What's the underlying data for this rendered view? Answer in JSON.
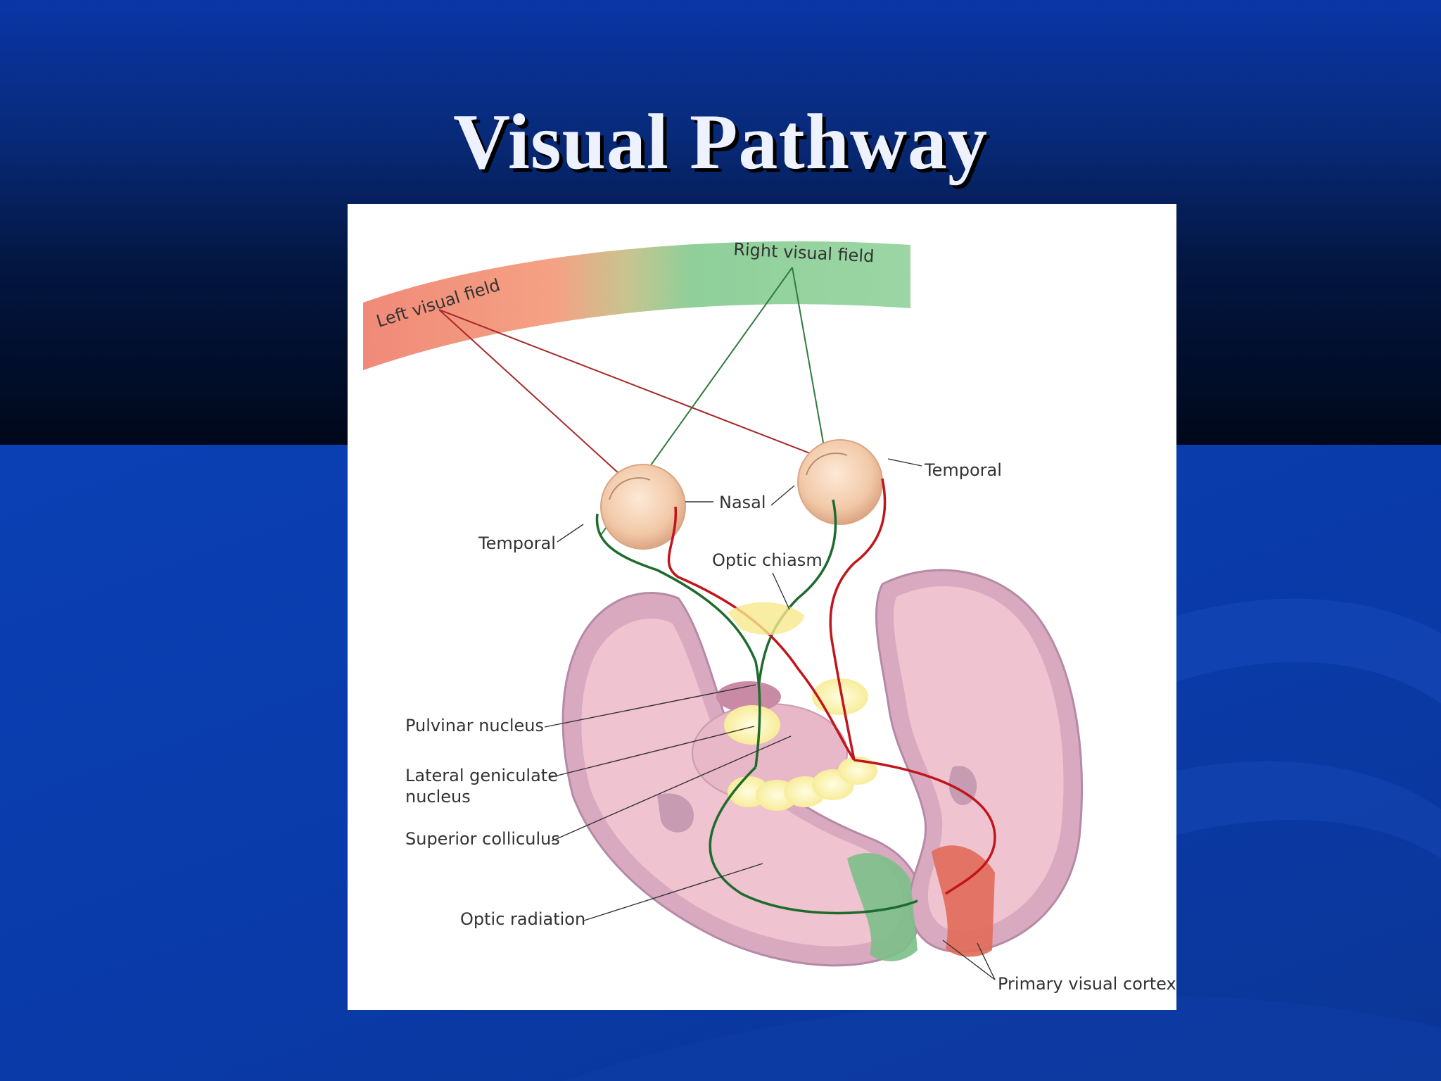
{
  "slide": {
    "title": "Visual Pathway",
    "colors": {
      "background_blue": "#0a3aa0",
      "band_dark": "#00081a",
      "title_text": "#eef2ff"
    }
  },
  "diagram": {
    "fields": {
      "left": "Left visual field",
      "right": "Right visual field"
    },
    "labels": {
      "temporal_right": "Temporal",
      "nasal": "Nasal",
      "temporal_left": "Temporal",
      "optic_chiasm": "Optic chiasm",
      "pulvinar": "Pulvinar nucleus",
      "lgn_line1": "Lateral geniculate",
      "lgn_line2": "nucleus",
      "superior_colliculus": "Superior colliculus",
      "optic_radiation": "Optic radiation",
      "primary_visual_cortex": "Primary visual cortex"
    },
    "colors": {
      "left_field": "#f08a78",
      "right_field": "#8fcf9a",
      "red_pathway": "#c0151c",
      "green_pathway": "#1e6b2e",
      "cortex": "#efc3cf",
      "nucleus": "#fbf3a8"
    }
  }
}
